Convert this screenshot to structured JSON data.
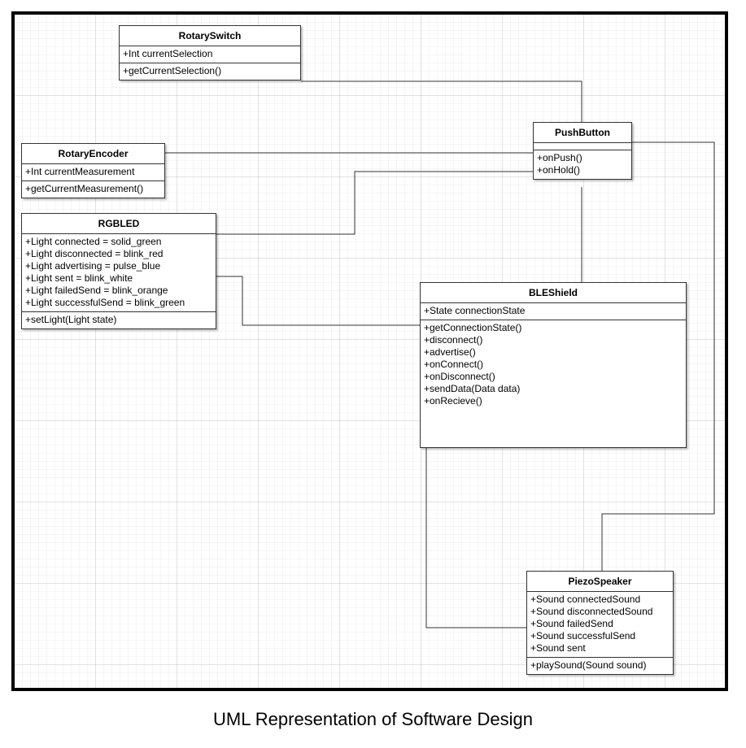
{
  "caption": "UML Representation of Software Design",
  "classes": {
    "rotary_switch": {
      "name": "RotarySwitch",
      "attributes": [
        "+Int currentSelection"
      ],
      "operations": [
        "+getCurrentSelection()"
      ]
    },
    "push_button": {
      "name": "PushButton",
      "attributes": [],
      "operations": [
        "+onPush()",
        "+onHold()"
      ]
    },
    "rotary_encoder": {
      "name": "RotaryEncoder",
      "attributes": [
        "+Int currentMeasurement"
      ],
      "operations": [
        "+getCurrentMeasurement()"
      ]
    },
    "rgbled": {
      "name": "RGBLED",
      "attributes": [
        "+Light connected = solid_green",
        "+Light disconnected = blink_red",
        "+Light advertising = pulse_blue",
        "+Light sent = blink_white",
        "+Light failedSend = blink_orange",
        "+Light successfulSend = blink_green"
      ],
      "operations": [
        "+setLight(Light state)"
      ]
    },
    "ble_shield": {
      "name": "BLEShield",
      "attributes": [
        "+State connectionState"
      ],
      "operations": [
        "+getConnectionState()",
        "+disconnect()",
        "+advertise()",
        "+onConnect()",
        "+onDisconnect()",
        "+sendData(Data data)",
        "+onRecieve()"
      ]
    },
    "piezo_speaker": {
      "name": "PiezoSpeaker",
      "attributes": [
        "+Sound connectedSound",
        "+Sound disconnectedSound",
        "+Sound failedSend",
        "+Sound successfulSend",
        "+Sound sent"
      ],
      "operations": [
        "+playSound(Sound sound)"
      ]
    }
  }
}
